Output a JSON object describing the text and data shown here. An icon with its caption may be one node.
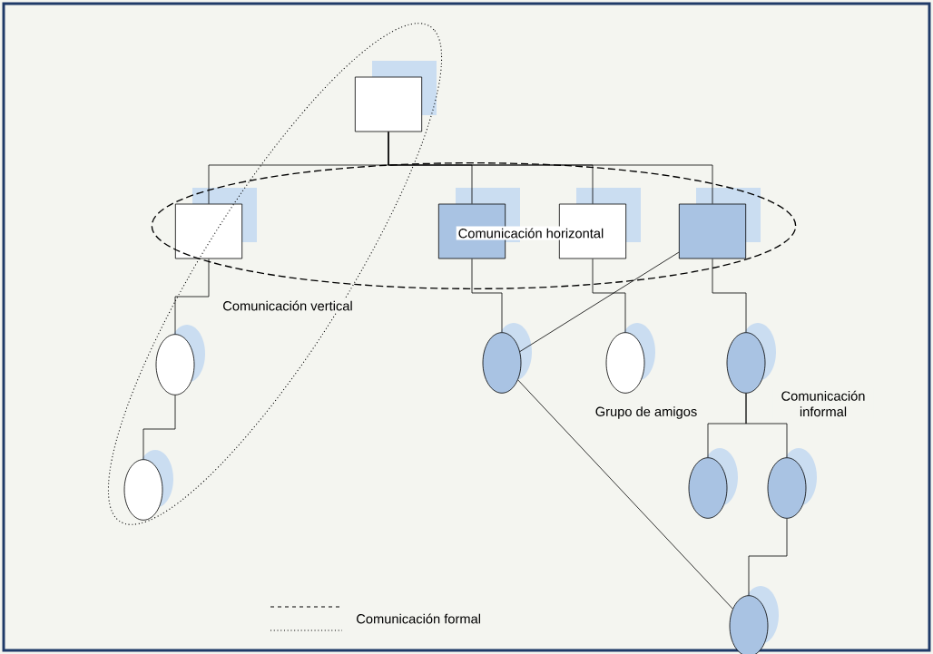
{
  "diagram": {
    "nodes": [
      {
        "text": [],
        "shape": "box"
      },
      {
        "text": [],
        "shape": "box"
      },
      {
        "text": [],
        "shape": "box"
      },
      {
        "text": [],
        "shape": "box"
      },
      {
        "text": [],
        "shape": "box"
      },
      {
        "text": [],
        "shape": "circle"
      },
      {
        "text": [],
        "shape": "circle"
      },
      {
        "text": [],
        "shape": "circle"
      },
      {
        "text": [],
        "shape": "circle"
      },
      {
        "text": [],
        "shape": "circle"
      },
      {
        "text": [],
        "shape": "circle"
      },
      {
        "text": [],
        "shape": "circle"
      },
      {
        "text": [],
        "shape": "circle"
      }
    ],
    "edges": [
      {
        "from": 0,
        "to": 1,
        "arrow": "none"
      },
      {
        "from": 0,
        "to": 2,
        "arrow": "none"
      },
      {
        "from": 0,
        "to": 3,
        "arrow": "none"
      },
      {
        "from": 0,
        "to": 4,
        "arrow": "none"
      },
      {
        "from": 1,
        "to": 5,
        "arrow": "none"
      },
      {
        "from": 5,
        "to": 6,
        "arrow": "none"
      },
      {
        "from": 2,
        "to": 7,
        "arrow": "none"
      },
      {
        "from": 3,
        "to": 8,
        "arrow": "none"
      },
      {
        "from": 4,
        "to": 9,
        "arrow": "none"
      },
      {
        "from": 9,
        "to": 10,
        "arrow": "none"
      },
      {
        "from": 9,
        "to": 11,
        "arrow": "none"
      },
      {
        "from": 11,
        "to": 12,
        "arrow": "none"
      },
      {
        "from": 4,
        "to": 7,
        "arrow": "none"
      },
      {
        "from": 7,
        "to": 12,
        "arrow": "none"
      }
    ],
    "labels": [
      "Comunicación horizontal",
      "Comunicación vertical",
      "Grupo de amigos",
      "Comunicación informal"
    ],
    "legend": [
      {
        "text": "Comunicación formal"
      }
    ]
  }
}
